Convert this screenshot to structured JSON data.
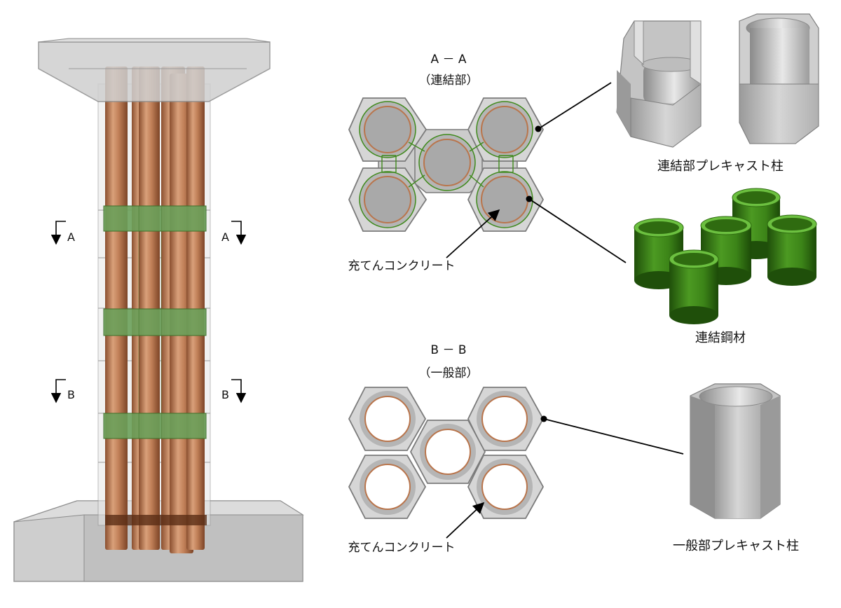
{
  "section_aa": {
    "title": "A － A",
    "subtitle": "（連結部）",
    "fill_label": "充てんコンクリート"
  },
  "section_bb": {
    "title": "B － B",
    "subtitle": "（一般部）",
    "fill_label": "充てんコンクリート"
  },
  "parts": {
    "joint_precast": "連結部プレキャスト柱",
    "joint_steel": "連結鋼材",
    "general_precast": "一般部プレキャスト柱"
  },
  "cut_marks": {
    "a": "A",
    "b": "B"
  },
  "colors": {
    "concrete_light": "#d6d6d6",
    "concrete_mid": "#b5b5b5",
    "hex_edge": "#7b7b7b",
    "pipe_copper": "#b9754c",
    "steel_green": "#3f8a1c",
    "inner_gray": "#a9a9a9"
  }
}
